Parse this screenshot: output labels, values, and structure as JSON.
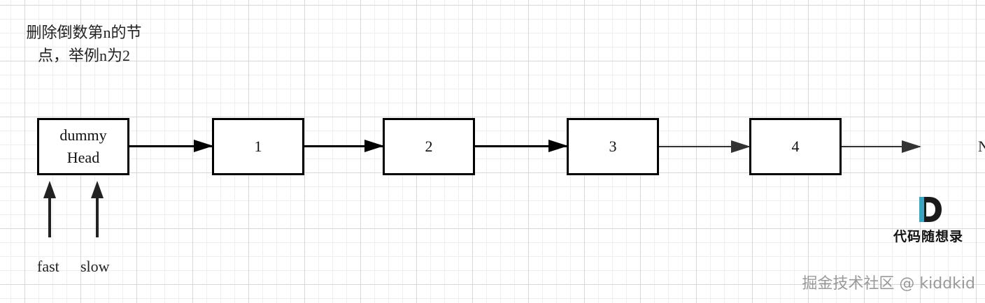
{
  "title": {
    "line1": "删除倒数第n的节",
    "line2": "点，举例n为2"
  },
  "nodes": [
    {
      "line1": "dummy",
      "line2": "Head"
    },
    {
      "line1": "1"
    },
    {
      "line1": "2"
    },
    {
      "line1": "3"
    },
    {
      "line1": "4"
    }
  ],
  "null_label": "N",
  "pointers": {
    "fast": "fast",
    "slow": "slow"
  },
  "logo": {
    "text": "代码随想录",
    "colors": {
      "dark": "#1a1a1a",
      "accent": "#3aa5c2"
    }
  },
  "watermark": "掘金技术社区 @ kiddkid"
}
